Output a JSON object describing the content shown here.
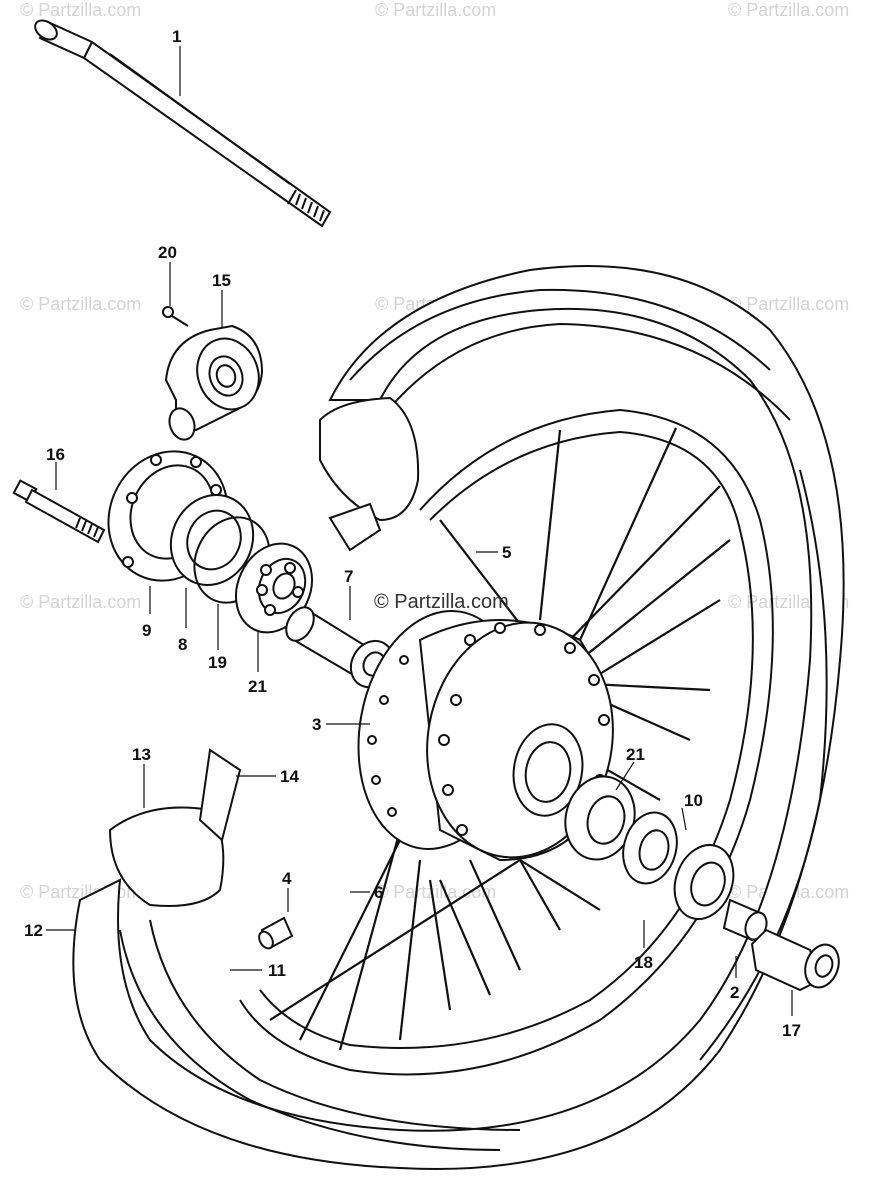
{
  "watermark": "© Partzilla.com",
  "center_watermark": "© Partzilla.com",
  "callouts": [
    "1",
    "20",
    "15",
    "16",
    "9",
    "8",
    "19",
    "21",
    "7",
    "5",
    "3",
    "13",
    "14",
    "21",
    "10",
    "4",
    "6",
    "12",
    "11",
    "18",
    "2",
    "17"
  ]
}
